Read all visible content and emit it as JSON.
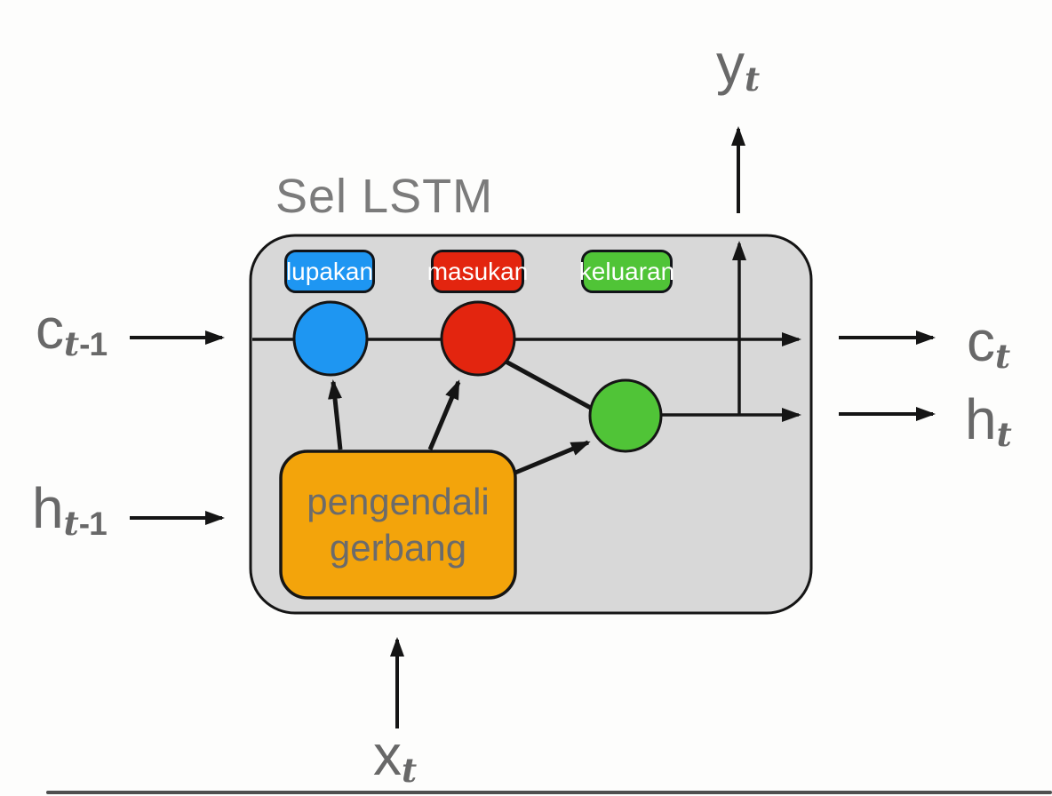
{
  "title": "Sel LSTM",
  "gates": [
    {
      "name": "forget",
      "label": "lupakan"
    },
    {
      "name": "input",
      "label": "masukan"
    },
    {
      "name": "output",
      "label": "keluaran"
    }
  ],
  "controller": {
    "line1": "pengendali",
    "line2": "gerbang"
  },
  "labels": {
    "c_prev": {
      "base": "c",
      "sub_italic": "t",
      "sub_plain": "-1"
    },
    "h_prev": {
      "base": "h",
      "sub_italic": "t",
      "sub_plain": "-1"
    },
    "x_in": {
      "base": "x",
      "sub_italic": "t",
      "sub_plain": ""
    },
    "y_out": {
      "base": "y",
      "sub_italic": "t",
      "sub_plain": ""
    },
    "c_out": {
      "base": "c",
      "sub_italic": "t",
      "sub_plain": ""
    },
    "h_out": {
      "base": "h",
      "sub_italic": "t",
      "sub_plain": ""
    }
  },
  "colors": {
    "forget_blue": "#1e96f2",
    "input_red": "#e3250f",
    "output_green": "#50c437",
    "controller_orange": "#f3a40b",
    "cell_gray": "#d8d8d8",
    "line_black": "#151515",
    "text_gray": "#6b6b6b"
  }
}
